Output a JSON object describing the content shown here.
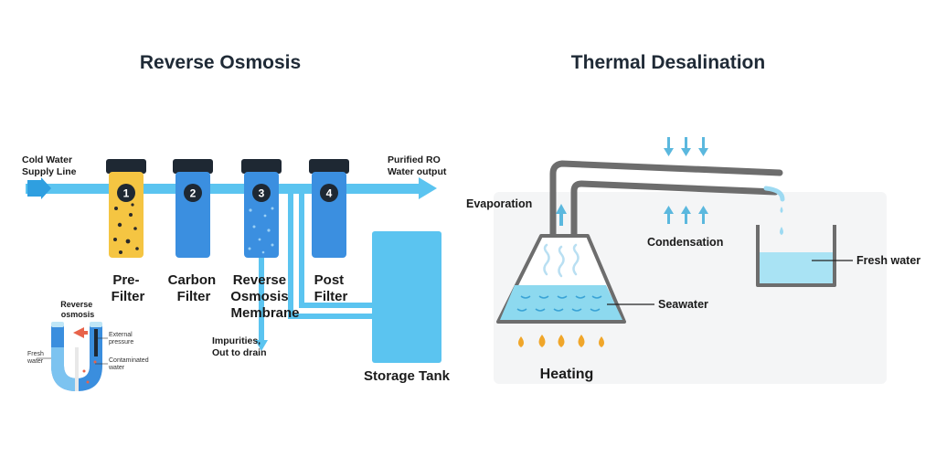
{
  "colors": {
    "pipe": "#5bc4f0",
    "pipe_dark": "#2f9fe0",
    "filter_blue": "#3b8fe0",
    "filter_yellow": "#f5c542",
    "cap": "#1e2833",
    "tank": "#5bc4f0",
    "flame": "#f0a62a",
    "glass": "#6d6d6d",
    "seawater": "#8dd9ef",
    "steam": "#b9dff2",
    "arrow": "#5bb8de",
    "red_arrow": "#e8634a"
  },
  "ro": {
    "title": "Reverse Osmosis",
    "supply_label": [
      "Cold Water",
      "Supply Line"
    ],
    "output_label": [
      "Purified RO",
      "Water output"
    ],
    "filters": [
      {
        "number": "1",
        "label": [
          "Pre-",
          "Filter"
        ],
        "color": "yellow"
      },
      {
        "number": "2",
        "label": [
          "Carbon",
          "Filter"
        ],
        "color": "blue"
      },
      {
        "number": "3",
        "label": [
          "Reverse",
          "Osmosis",
          "Membrane"
        ],
        "color": "blue-dotted"
      },
      {
        "number": "4",
        "label": [
          "Post",
          "Filter"
        ],
        "color": "blue"
      }
    ],
    "drain_label": [
      "Impurities,",
      "Out to drain"
    ],
    "tank_label": "Storage Tank",
    "inset": {
      "title": [
        "Reverse",
        "osmosis"
      ],
      "left_label": [
        "Fresh",
        "water"
      ],
      "pressure_label": [
        "External",
        "pressure"
      ],
      "contaminated_label": [
        "Contaminated",
        "water"
      ]
    }
  },
  "thermal": {
    "title": "Thermal Desalination",
    "evaporation_label": "Evaporation",
    "condensation_label": "Condensation",
    "fresh_water_label": "Fresh water",
    "seawater_label": "Seawater",
    "heating_label": "Heating"
  }
}
